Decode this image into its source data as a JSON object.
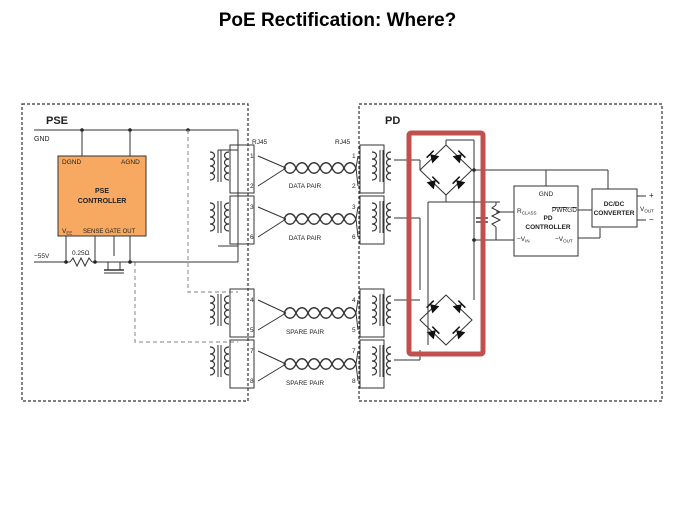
{
  "title": "PoE Rectification: Where?",
  "pse": {
    "label": "PSE",
    "gnd": "GND",
    "neg55": "−55V",
    "resistor": "0.25Ω",
    "controller": {
      "line1": "PSE",
      "line2": "CONTROLLER",
      "dgnd": "DGND",
      "agnd": "AGND",
      "vee": "V",
      "vee_sub": "EE",
      "pins": "SENSE GATE  OUT"
    }
  },
  "pd": {
    "label": "PD",
    "controller": {
      "gnd": "GND",
      "rclass": "R",
      "rclass_sub": "CLASS",
      "pwrgd": "PWRGD",
      "line1": "PD",
      "line2": "CONTROLLER",
      "vin": "−V",
      "vin_sub": "IN",
      "vout": "−V",
      "vout_sub": "OUT"
    },
    "dcdc": {
      "line1": "DC/DC",
      "line2": "CONVERTER"
    },
    "out_plus": "+",
    "out_minus": "−",
    "vout": "V",
    "vout_sub": "OUT"
  },
  "connectors": {
    "left": "RJ45",
    "right": "RJ45"
  },
  "pairs": [
    {
      "label": "DATA PAIR",
      "pin_a": "1",
      "pin_b": "2"
    },
    {
      "label": "DATA PAIR",
      "pin_a": "3",
      "pin_b": "6"
    },
    {
      "label": "SPARE PAIR",
      "pin_a": "4",
      "pin_b": "5"
    },
    {
      "label": "SPARE PAIR",
      "pin_a": "7",
      "pin_b": "8"
    }
  ],
  "colors": {
    "pse_controller_fill": "#f7a861",
    "highlight": "#c0504d",
    "wire": "#333333",
    "dashed": "#9a9a9a"
  }
}
